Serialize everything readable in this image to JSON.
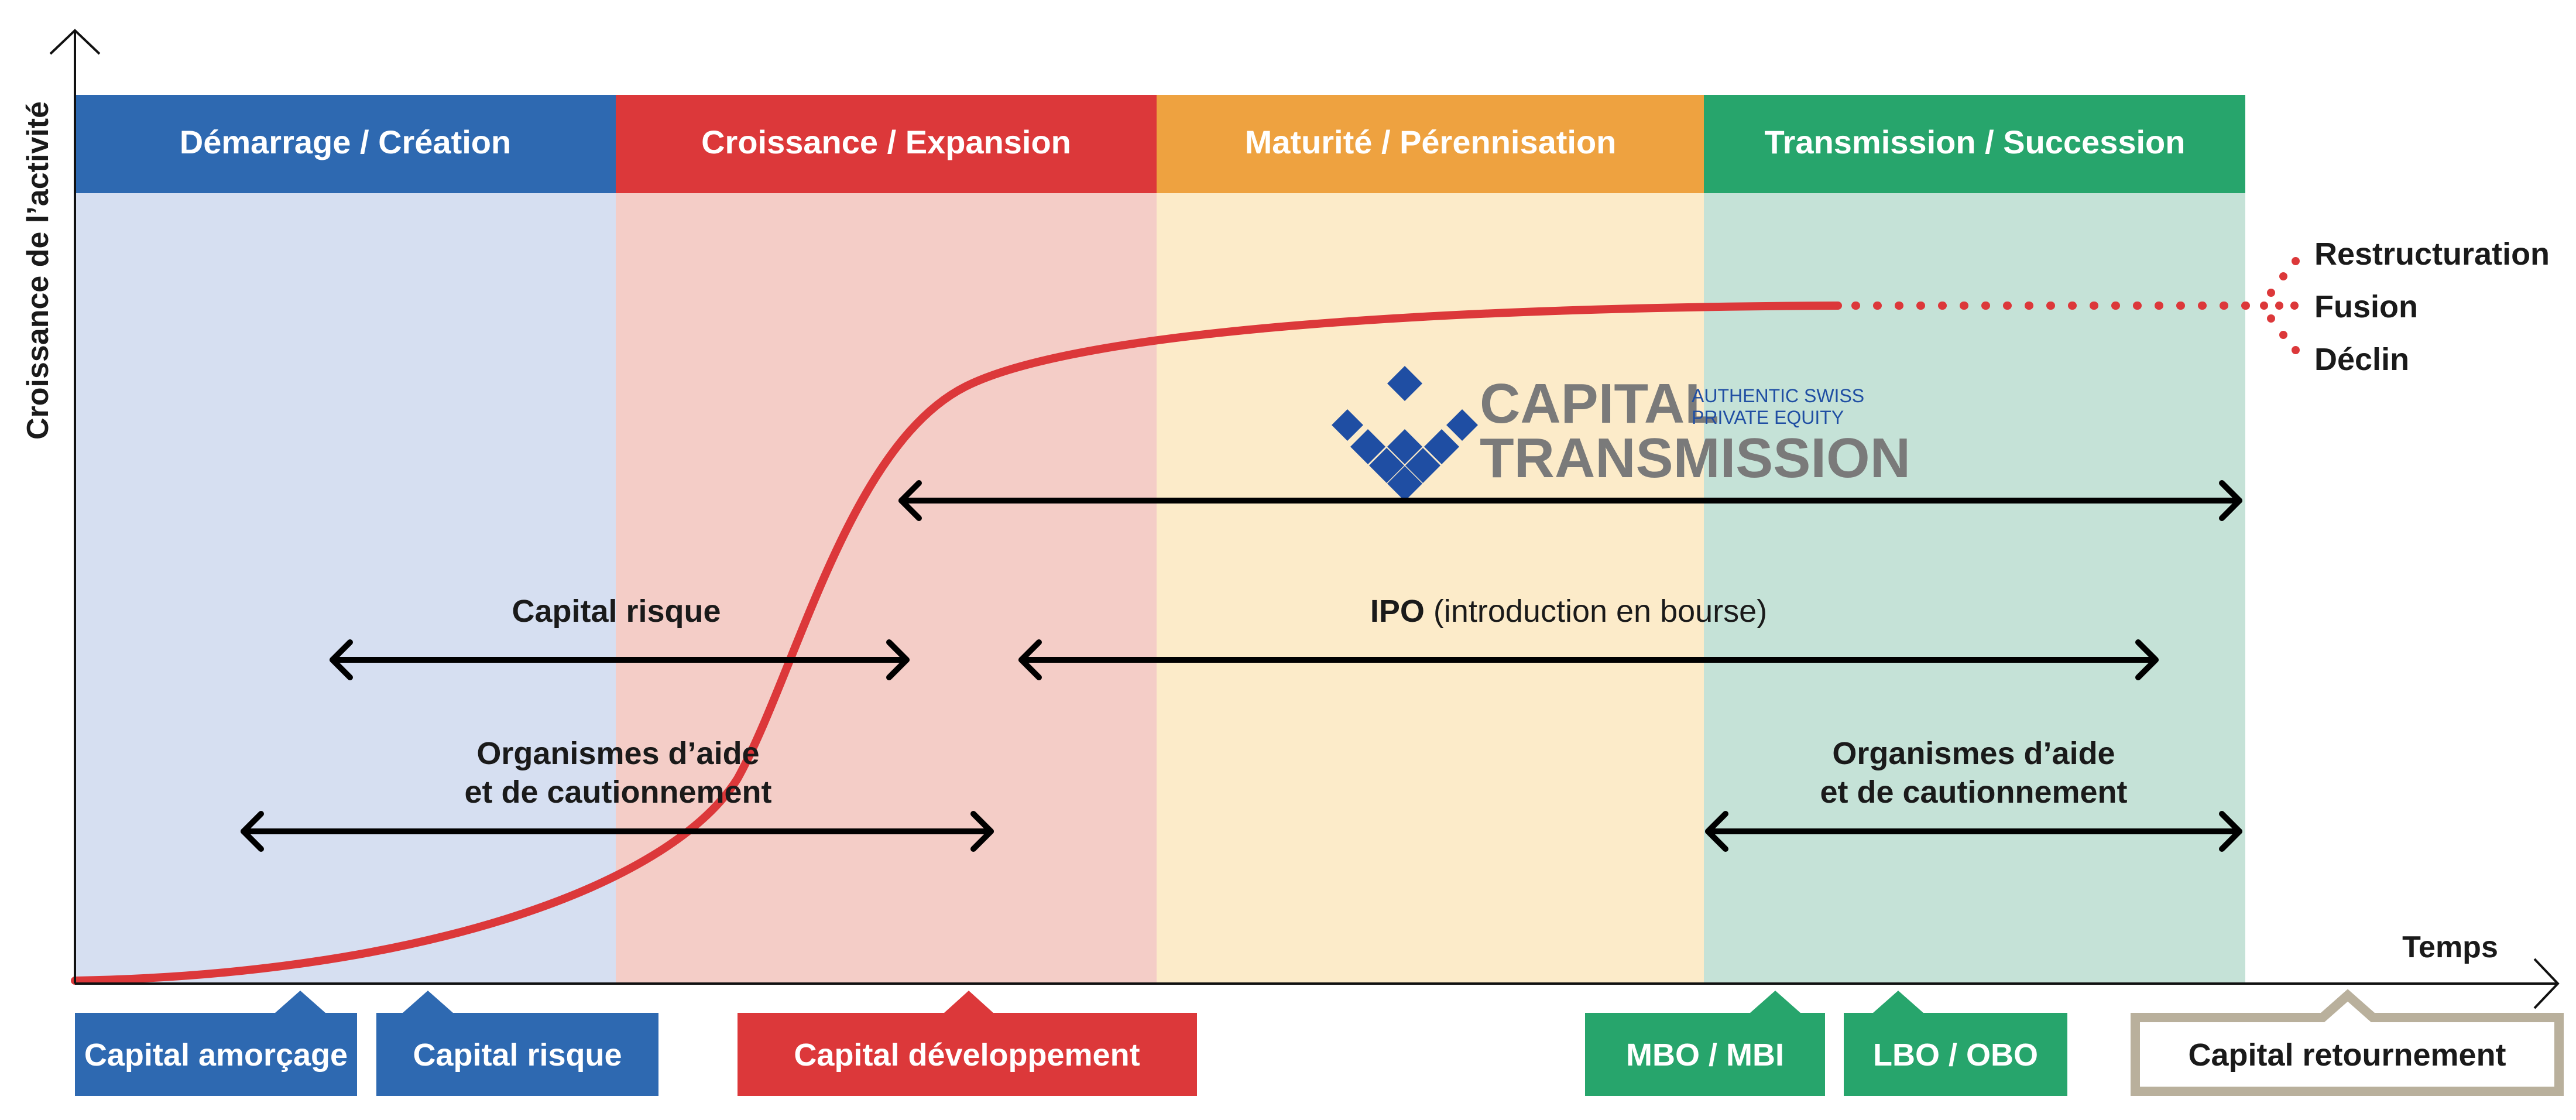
{
  "axes": {
    "y_label": "Croissance de l’activité",
    "x_label": "Temps"
  },
  "phases": [
    {
      "label": "Démarrage / Création",
      "header_color": "#2e69b1",
      "bg_color": "#d6dff1"
    },
    {
      "label": "Croissance / Expansion",
      "header_color": "#dc383a",
      "bg_color": "#f4cdc7"
    },
    {
      "label": "Maturité / Pérennisation",
      "header_color": "#eea240",
      "bg_color": "#fcebc9"
    },
    {
      "label": "Transmission / Succession",
      "header_color": "#27a56c",
      "bg_color": "#c5e2d7"
    }
  ],
  "outcomes": [
    "Restructuration",
    "Fusion",
    "Déclin"
  ],
  "logo": {
    "line1": "CAPITAL",
    "line2": "TRANSMISSION",
    "tag1": "AUTHENTIC SWISS",
    "tag2": "PRIVATE EQUITY"
  },
  "ranges": {
    "capital_risque": "Capital risque",
    "ipo_bold": "IPO",
    "ipo_rest": " (introduction en bourse)",
    "aide_left_1": "Organismes d’aide",
    "aide_left_2": "et de cautionnement",
    "aide_right_1": "Organismes d’aide",
    "aide_right_2": "et de cautionnement"
  },
  "financing": [
    {
      "label": "Capital amorçage",
      "color": "#2e69b1"
    },
    {
      "label": "Capital risque",
      "color": "#2e69b1"
    },
    {
      "label": "Capital développement",
      "color": "#dc383a"
    },
    {
      "label": "MBO / MBI",
      "color": "#27a56c"
    },
    {
      "label": "LBO / OBO",
      "color": "#27a56c"
    },
    {
      "label": "Capital retournement",
      "color": "#b9b09c"
    }
  ],
  "colors": {
    "curve": "#dc383a",
    "logo_blue": "#1f4ea3",
    "logo_gray": "#7a7a7a",
    "axis": "#111111"
  }
}
